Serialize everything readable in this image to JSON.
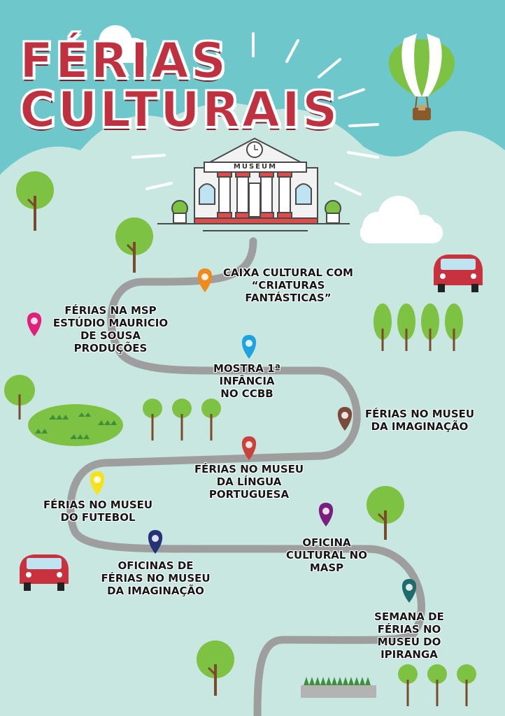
{
  "title": {
    "line1": "FÉRIAS",
    "line2": "CULTURAIS"
  },
  "museum": {
    "sign": "MUSEUM"
  },
  "colors": {
    "sky": "#6ec8cb",
    "ground": "#c9e7e1",
    "mountain": "#c9e7e1",
    "road": "#9e9e9e",
    "title": "#c0313f",
    "tree": "#7dc242",
    "trunk": "#7a4a2a",
    "car": "#c8323e"
  },
  "stops": [
    {
      "id": "caixa-cultural",
      "text": "CAIXA CULTURAL COM\n“CRIATURAS\nFANTÁSTICAS”",
      "pin_color": "#f08a1c"
    },
    {
      "id": "msp",
      "text": "FÉRIAS NA MSP\nESTÚDIO MAURICIO\nDE SOUSA\nPRODUÇÕES",
      "pin_color": "#e0207a"
    },
    {
      "id": "ccbb",
      "text": "MOSTRA 1ª\nINFÂNCIA\nNO CCBB",
      "pin_color": "#1ea3df"
    },
    {
      "id": "museu-imaginacao",
      "text": "FÉRIAS NO MUSEU\nDA IMAGINAÇÃO",
      "pin_color": "#7b4a3a"
    },
    {
      "id": "lingua-portuguesa",
      "text": "FÉRIAS NO MUSEU\nDA LÍNGUA\nPORTUGUESA",
      "pin_color": "#c8423a"
    },
    {
      "id": "futebol",
      "text": "FÉRIAS NO MUSEU\nDO FUTEBOL",
      "pin_color": "#f5e21a"
    },
    {
      "id": "masp",
      "text": "OFICINA\nCULTURAL NO\nMASP",
      "pin_color": "#7a1f7e"
    },
    {
      "id": "oficinas-imaginacao",
      "text": "OFICINAS DE\nFÉRIAS NO MUSEU\nDA IMAGINAÇÃO",
      "pin_color": "#253275"
    },
    {
      "id": "ipiranga",
      "text": "SEMANA DE\nFÉRIAS NO\nMUSEU DO\nIPIRANGA",
      "pin_color": "#1e6b6e"
    }
  ]
}
